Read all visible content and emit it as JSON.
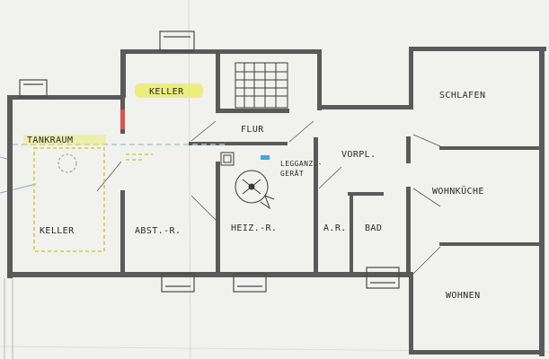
{
  "plan": {
    "rooms": {
      "tankraum": "TANKRAUM",
      "keller_left": "KELLER",
      "keller_top": "KELLER",
      "flur": "FLUR",
      "abstellraum": "ABST.-R.",
      "heizraum": "HEIZ.-R.",
      "abstell_small": "A.R.",
      "bad": "BAD",
      "vorplatz": "VORPL.",
      "schlafen": "SCHLAFEN",
      "wohnkueche": "WOHNKÜCHE",
      "wohnen": "WOHNEN"
    },
    "equipment": {
      "legganz_line1": "LEGGANZ.-",
      "legganz_line2": "GERÄT"
    },
    "colors": {
      "paper": "#f1f1ee",
      "wall": "#5a5a5a",
      "highlight_yellow": "#e8ec5a",
      "dashed_outline": "#c9cf3a",
      "red_mark": "#d9534f",
      "blue_mark": "#4aa3df",
      "sketch_blue": "#9aa4b8"
    }
  }
}
